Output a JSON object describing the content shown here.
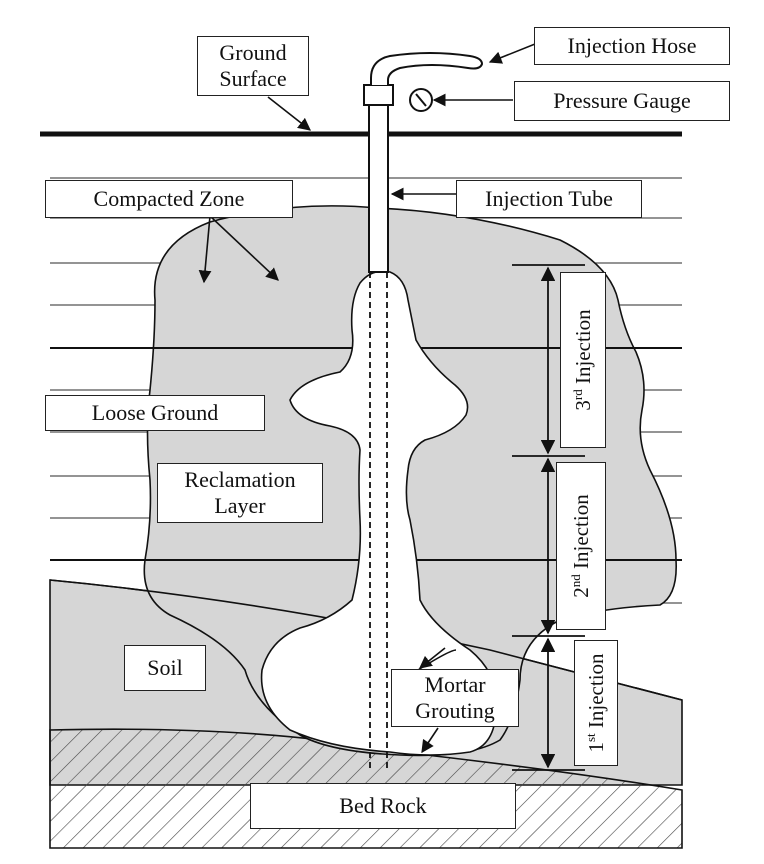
{
  "labels": {
    "ground_surface_1": "Ground",
    "ground_surface_2": "Surface",
    "injection_hose": "Injection Hose",
    "pressure_gauge": "Pressure Gauge",
    "compacted_zone": "Compacted Zone",
    "injection_tube": "Injection Tube",
    "loose_ground": "Loose Ground",
    "reclamation_1": "Reclamation",
    "reclamation_2": "Layer",
    "soil": "Soil",
    "mortar_1": "Mortar",
    "mortar_2": "Grouting",
    "bed_rock": "Bed Rock",
    "inj3_num": "3",
    "inj3_sup": "rd",
    "inj3_word": " Injection",
    "inj2_num": "2",
    "inj2_sup": "nd",
    "inj2_word": " Injection",
    "inj1_num": "1",
    "inj1_sup": "st",
    "inj1_word": " Injection"
  },
  "colors": {
    "zone_fill": "#d6d6d6",
    "line": "#111111"
  }
}
